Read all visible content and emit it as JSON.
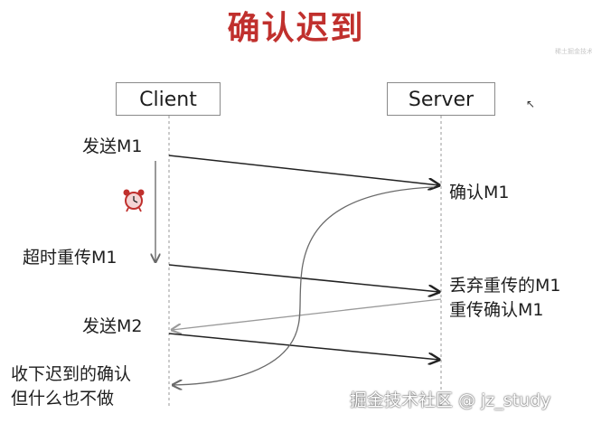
{
  "title": "确认迟到",
  "client_label": "Client",
  "server_label": "Server",
  "client_events": {
    "send_m1": "发送M1",
    "retransmit_m1": "超时重传M1",
    "send_m2": "发送M2",
    "receive_late_line1": "收下迟到的确认",
    "receive_late_line2": "但什么也不做"
  },
  "server_events": {
    "ack_m1": "确认M1",
    "discard_line1": "丢弃重传的M1",
    "discard_line2": "重传确认M1"
  },
  "timer_icon": "alarm-clock-icon",
  "watermark": "掘金技术社区 @ jz_study",
  "tiny_watermark": "稀土掘金技术社区",
  "colors": {
    "title": "#c0302d",
    "solid_arrow": "#222222",
    "curve": "#6a6a6a",
    "dashed_arrow": "#9a9a9a",
    "lifeline": "#9a9a9a"
  }
}
